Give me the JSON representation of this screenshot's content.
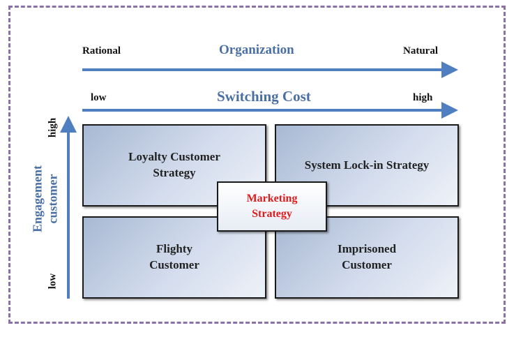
{
  "organization": {
    "left": "Rational",
    "title": "Organization",
    "right": "Natural"
  },
  "switching_cost": {
    "left": "low",
    "title": "Switching Cost",
    "right": "high"
  },
  "engagement": {
    "title_line1": "Engagement",
    "title_line2": "customer",
    "top": "high",
    "bottom": "low"
  },
  "quadrants": {
    "top_left": "Loyalty Customer Strategy",
    "top_right": "System Lock-in Strategy",
    "bottom_left": "Flighty Customer",
    "bottom_right": "Imprisoned Customer"
  },
  "center": "Marketing Strategy",
  "colors": {
    "arrow": "#4f7fc1",
    "frame": "#8a72a8",
    "center_text": "#e01b1b"
  }
}
